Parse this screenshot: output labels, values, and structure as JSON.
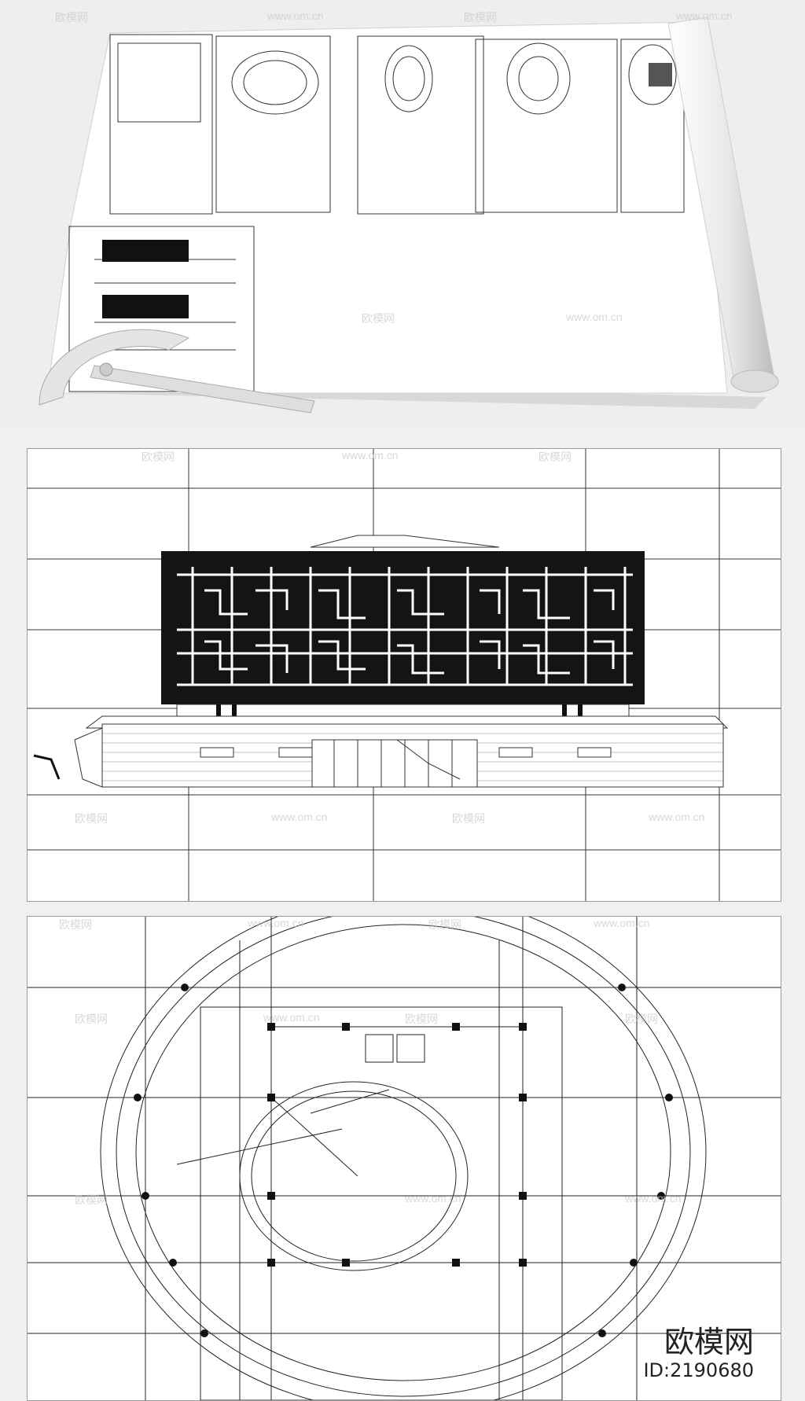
{
  "watermark": {
    "site": "www.om.cn",
    "brand": "欧模网"
  },
  "brand": {
    "name": "欧模网",
    "id": "ID:2190680"
  },
  "colors": {
    "paper": "#ffffff",
    "background": "#eeeeee",
    "line": "#222222",
    "dark": "#111111"
  }
}
